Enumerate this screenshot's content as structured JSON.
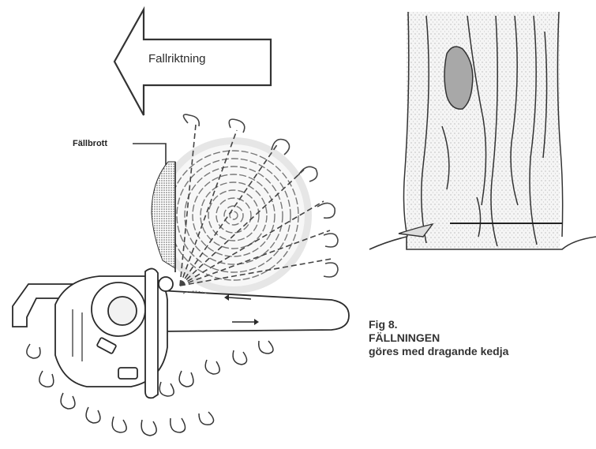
{
  "arrow": {
    "label": "Fallriktning"
  },
  "notch": {
    "label": "Fällbrott"
  },
  "caption": {
    "fig": "Fig 8.",
    "title": "FÄLLNINGEN",
    "subtitle": "göres med dragande kedja"
  }
}
